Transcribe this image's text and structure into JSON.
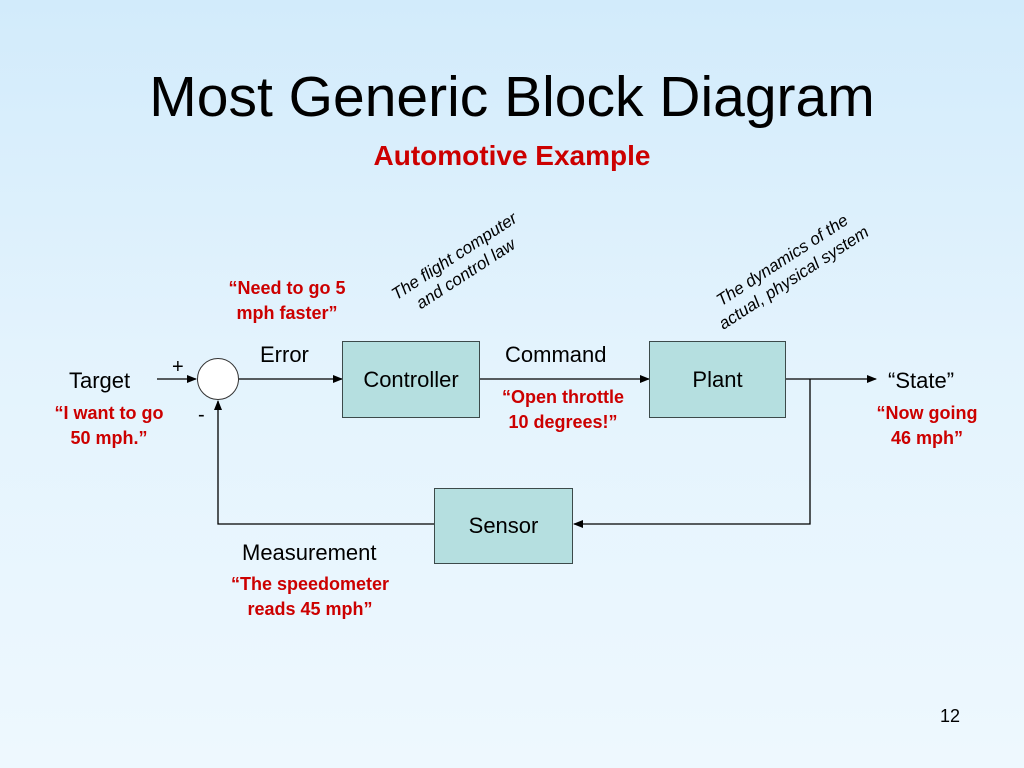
{
  "slide": {
    "title": "Most Generic Block Diagram",
    "subtitle": "Automotive Example",
    "page_number": "12"
  },
  "blocks": {
    "controller": "Controller",
    "plant": "Plant",
    "sensor": "Sensor"
  },
  "signals": {
    "target": "Target",
    "error": "Error",
    "command": "Command",
    "state": "“State”",
    "measurement": "Measurement",
    "plus_sign": "+",
    "minus_sign": "-"
  },
  "examples": {
    "target_line1": "“I want to go",
    "target_line2": "50 mph.”",
    "error_line1": "“Need to go 5",
    "error_line2": "mph faster”",
    "command_line1": "“Open throttle",
    "command_line2": "10 degrees!”",
    "state_line1": "“Now going",
    "state_line2": "46 mph”",
    "measurement_line1": "“The speedometer",
    "measurement_line2": "reads 45 mph”"
  },
  "annotations": {
    "controller_line1": "The flight computer",
    "controller_line2": "and control law",
    "plant_line1": "The dynamics of the",
    "plant_line2": "actual, physical system"
  },
  "colors": {
    "accent_red": "#cc0000",
    "block_fill": "#b5dfe0",
    "background": "#dff1fc"
  }
}
